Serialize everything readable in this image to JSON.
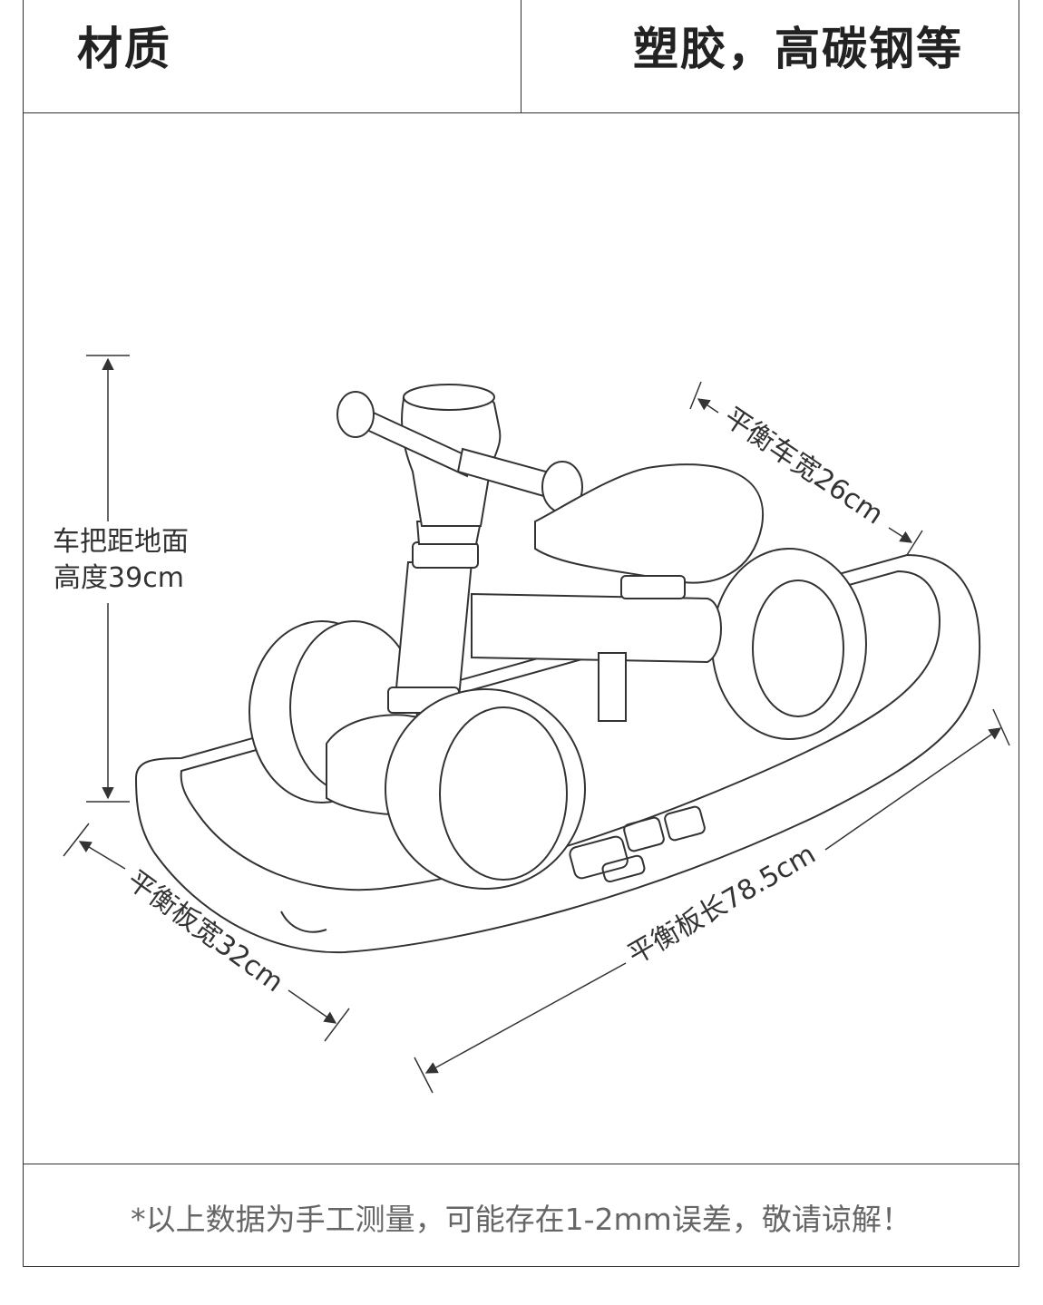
{
  "spec": {
    "label": "材质",
    "value": "塑胶，高碳钢等"
  },
  "dimensions": {
    "handlebar_height_line1": "车把距地面",
    "handlebar_height_line2": "高度39cm",
    "bike_width": "平衡车宽26cm",
    "board_width": "平衡板宽32cm",
    "board_length": "平衡板长78.5cm"
  },
  "note": "*以上数据为手工测量，可能存在1-2mm误差，敬请谅解！"
}
